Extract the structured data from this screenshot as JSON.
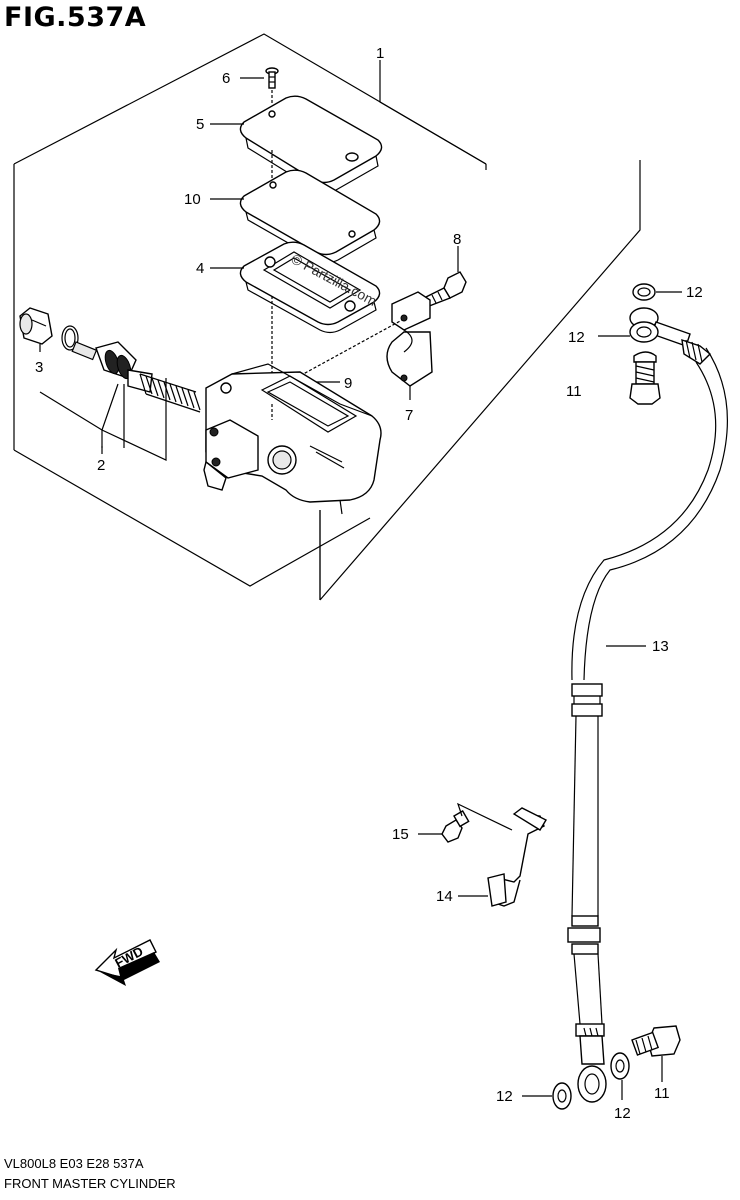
{
  "figure": {
    "title": "FIG.537A",
    "model_code": "VL800L8  E03  E28  537A",
    "caption": "FRONT MASTER CYLINDER",
    "watermark": "© Partzilla.com",
    "direction_label": "FWD"
  },
  "callouts": [
    {
      "id": "callout-1",
      "label": "1"
    },
    {
      "id": "callout-2",
      "label": "2"
    },
    {
      "id": "callout-3",
      "label": "3"
    },
    {
      "id": "callout-4",
      "label": "4"
    },
    {
      "id": "callout-5",
      "label": "5"
    },
    {
      "id": "callout-6",
      "label": "6"
    },
    {
      "id": "callout-7",
      "label": "7"
    },
    {
      "id": "callout-8",
      "label": "8"
    },
    {
      "id": "callout-9",
      "label": "9"
    },
    {
      "id": "callout-10",
      "label": "10"
    },
    {
      "id": "callout-11a",
      "label": "11"
    },
    {
      "id": "callout-11b",
      "label": "11"
    },
    {
      "id": "callout-12a",
      "label": "12"
    },
    {
      "id": "callout-12b",
      "label": "12"
    },
    {
      "id": "callout-12c",
      "label": "12"
    },
    {
      "id": "callout-12d",
      "label": "12"
    },
    {
      "id": "callout-13",
      "label": "13"
    },
    {
      "id": "callout-14",
      "label": "14"
    },
    {
      "id": "callout-15",
      "label": "15"
    }
  ]
}
